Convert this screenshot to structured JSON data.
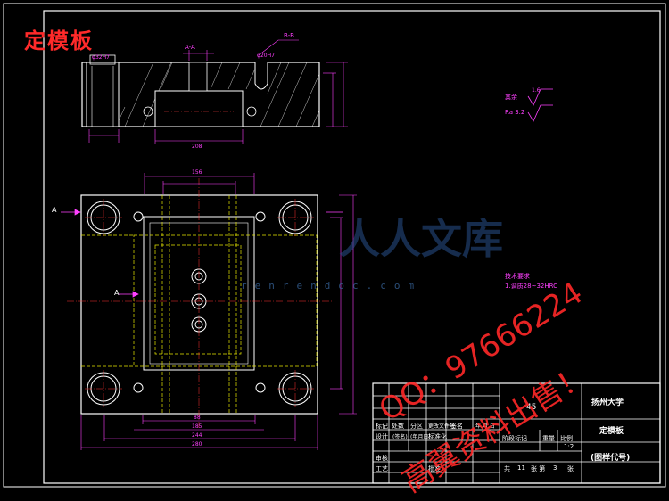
{
  "title": "定模板",
  "view_labels": {
    "section_a": "A-A",
    "section_b": "B-B",
    "arrow_a": "A"
  },
  "surface_notes": {
    "line1": "其余",
    "line2": "Ra 3.2",
    "roughness_value": "1.6"
  },
  "tech_requirements": {
    "title": "技术要求",
    "item1": "1.调质28~32HRC"
  },
  "dimensions": {
    "top_bore": "φ32H7",
    "right_bore": "φ20H7",
    "top_width": "208",
    "mid_center": "156",
    "bottom_1": "88",
    "bottom_2": "185",
    "bottom_3": "244",
    "bottom_4": "280"
  },
  "title_block": {
    "school": "扬州大学",
    "part_name": "定模板",
    "drawing_code": "(图样代号)",
    "stage_mark": "阶段标记",
    "weight": "重量",
    "scale": "比例",
    "scale_value": "1:2",
    "total": "共",
    "total_val": "11",
    "sheet": "张 第",
    "sheet_val": "3",
    "sheet_end": "张",
    "material": "45",
    "marks": "标记",
    "count": "处数",
    "zone": "分区",
    "change_doc": "更改文件号",
    "signature": "签名",
    "date_ymd": "年.月.日",
    "design": "设计",
    "signed": "(签名)",
    "date": "(年月日)",
    "standardize": "标准化",
    "check": "审核",
    "process": "工艺",
    "approve": "批准"
  },
  "watermarks": {
    "brand": "人人文库",
    "url": "renrendoc.com",
    "qq": "QQ：97666224",
    "sale": "高翼资料出售！"
  },
  "colors": {
    "frame": "#ffffff",
    "part": "#ffffff",
    "dim": "#ff40ff",
    "center": "#ff3030",
    "hidden": "#ffff00",
    "brand_red": "#ff2a2a"
  }
}
